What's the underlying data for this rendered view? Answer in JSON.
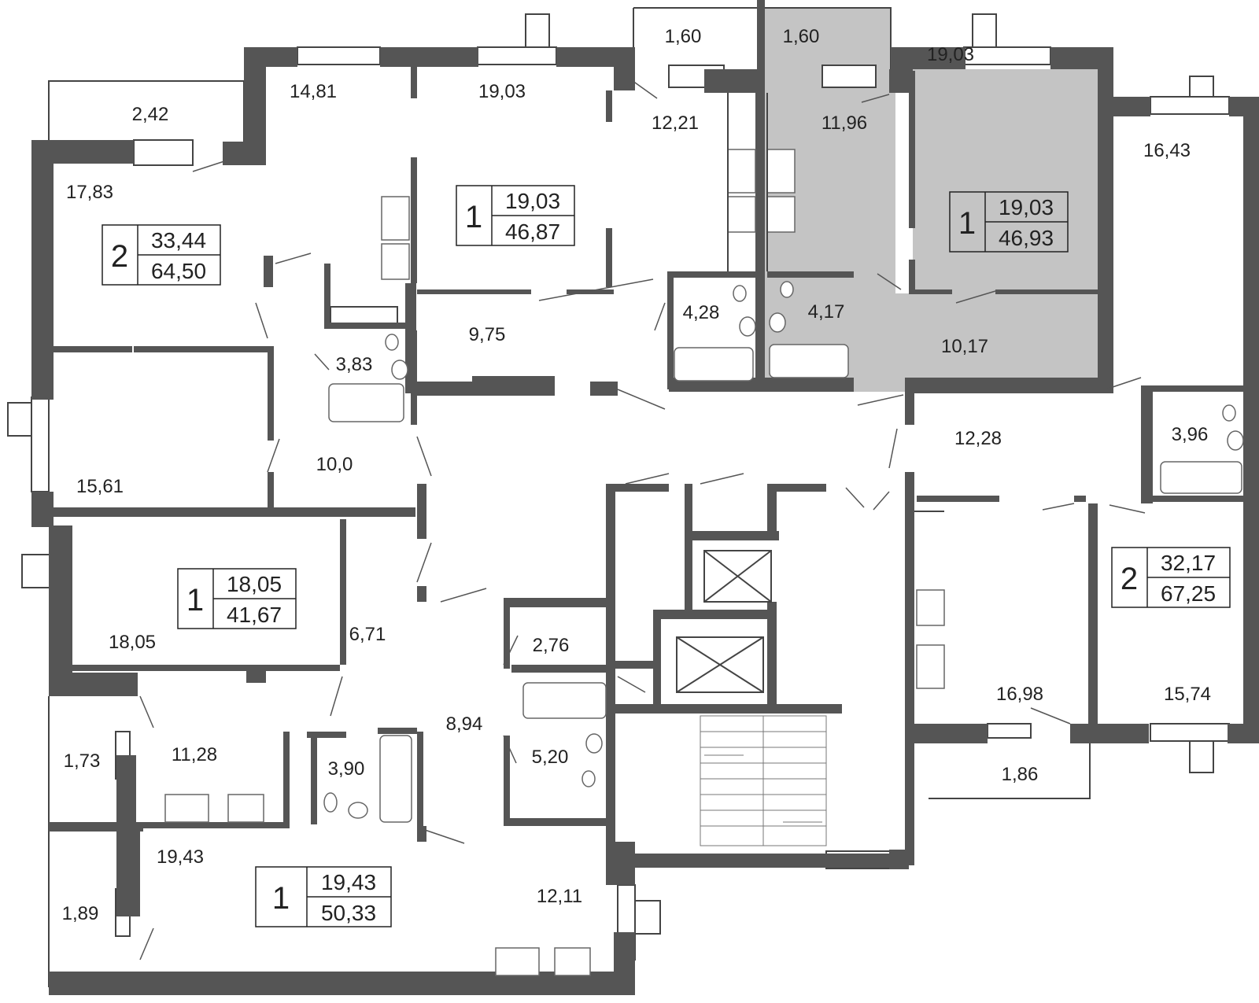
{
  "colors": {
    "wall": "#555555",
    "highlight": "#c4c4c4",
    "text": "#222222"
  },
  "rooms": {
    "r1_60a": "1,60",
    "r1_60b": "1,60",
    "r19_03_top": "19,03",
    "r14_81": "14,81",
    "r19_03_left": "19,03",
    "r12_21": "12,21",
    "r11_96": "11,96",
    "r16_43": "16,43",
    "r2_42": "2,42",
    "r17_83": "17,83",
    "r9_75": "9,75",
    "r4_28": "4,28",
    "r4_17": "4,17",
    "r10_17": "10,17",
    "r3_83": "3,83",
    "r3_96": "3,96",
    "r12_28": "12,28",
    "r10_0": "10,0",
    "r15_61": "15,61",
    "r18_05": "18,05",
    "r6_71": "6,71",
    "r2_76": "2,76",
    "r8_94": "8,94",
    "r5_20": "5,20",
    "r16_98": "16,98",
    "r15_74": "15,74",
    "r1_86": "1,86",
    "r1_73": "1,73",
    "r11_28": "11,28",
    "r3_90": "3,90",
    "r19_43": "19,43",
    "r12_11": "12,11",
    "r1_89": "1,89"
  },
  "badges": {
    "a": {
      "rooms": "2",
      "living": "33,44",
      "total": "64,50"
    },
    "b": {
      "rooms": "1",
      "living": "19,03",
      "total": "46,87"
    },
    "c": {
      "rooms": "1",
      "living": "19,03",
      "total": "46,93"
    },
    "d": {
      "rooms": "1",
      "living": "18,05",
      "total": "41,67"
    },
    "e": {
      "rooms": "2",
      "living": "32,17",
      "total": "67,25"
    },
    "f": {
      "rooms": "1",
      "living": "19,43",
      "total": "50,33"
    }
  }
}
